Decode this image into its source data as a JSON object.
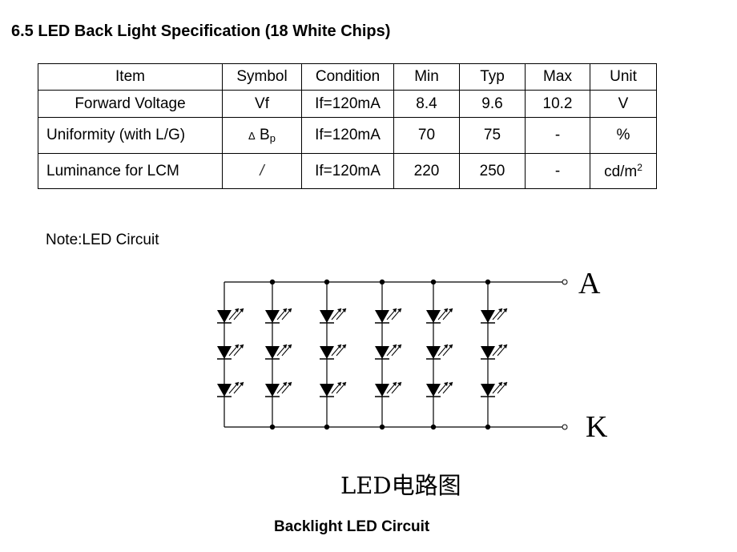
{
  "title": "6.5 LED Back Light Specification (18 White Chips)",
  "table": {
    "headers": [
      "Item",
      "Symbol",
      "Condition",
      "Min",
      "Typ",
      "Max",
      "Unit"
    ],
    "rows": [
      {
        "item": "Forward Voltage",
        "symbol": "Vf",
        "condition": "If=120mA",
        "min": "8.4",
        "typ": "9.6",
        "max": "10.2",
        "unit": "V"
      },
      {
        "item": "Uniformity (with L/G)",
        "symbol_prefix": "Δ",
        "symbol": "B",
        "symbol_sub": "p",
        "condition": "If=120mA",
        "min": "70",
        "typ": "75",
        "max": "-",
        "unit": "%"
      },
      {
        "item": "Luminance for LCM",
        "symbol": "/",
        "condition": "If=120mA",
        "min": "220",
        "typ": "250",
        "max": "-",
        "unit": "cd/m",
        "unit_sup": "2"
      }
    ]
  },
  "note": "Note:LED Circuit",
  "circuit": {
    "anode_label": "A",
    "cathode_label": "K",
    "strings": 6,
    "leds_per_string": 3
  },
  "cn_caption": "LED电路图",
  "caption": "Backlight LED Circuit"
}
